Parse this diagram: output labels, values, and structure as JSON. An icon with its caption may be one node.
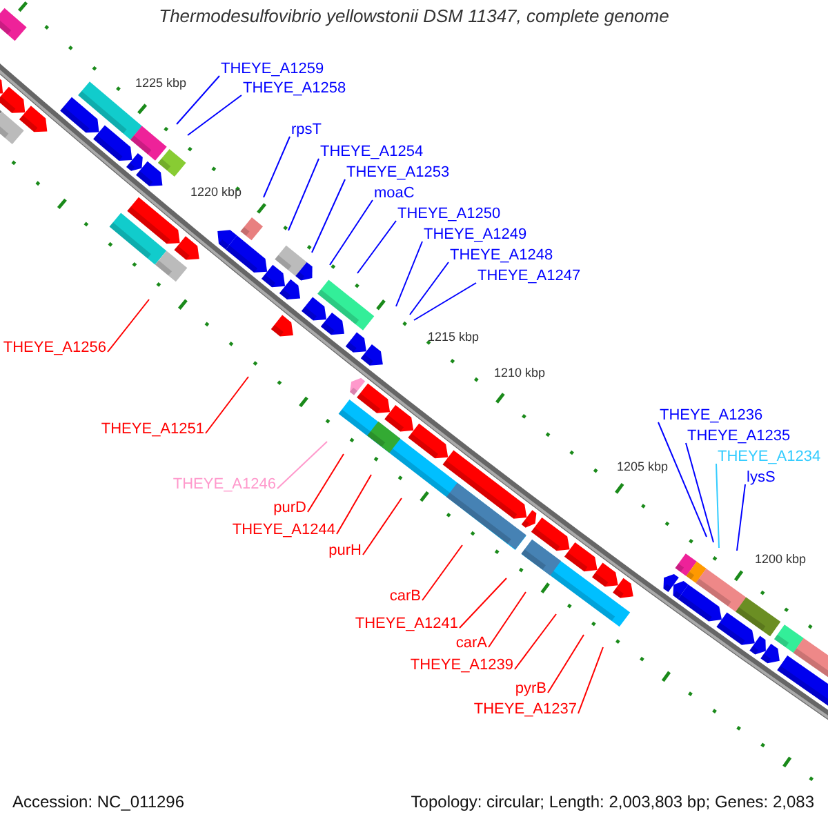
{
  "diagram": {
    "title": "Thermodesulfovibrio yellowstonii DSM 11347, complete genome",
    "nodes": [
      {
        "text": [
          "THEYE_A1259"
        ]
      },
      {
        "text": [
          "THEYE_A1258"
        ]
      },
      {
        "text": [
          "rpsT"
        ]
      },
      {
        "text": [
          "THEYE_A1254"
        ]
      },
      {
        "text": [
          "THEYE_A1253"
        ]
      },
      {
        "text": [
          "moaC"
        ]
      },
      {
        "text": [
          "THEYE_A1250"
        ]
      },
      {
        "text": [
          "THEYE_A1249"
        ]
      },
      {
        "text": [
          "THEYE_A1248"
        ]
      },
      {
        "text": [
          "THEYE_A1247"
        ]
      },
      {
        "text": [
          "THEYE_A1256"
        ]
      },
      {
        "text": [
          "THEYE_A1251"
        ]
      },
      {
        "text": [
          "THEYE_A1236"
        ]
      },
      {
        "text": [
          "THEYE_A1235"
        ]
      },
      {
        "text": [
          "THEYE_A1234"
        ]
      },
      {
        "text": [
          "THEYE_A1246"
        ]
      },
      {
        "text": [
          "lysS"
        ]
      },
      {
        "text": [
          "purD"
        ]
      },
      {
        "text": [
          "THEYE_A1244"
        ]
      },
      {
        "text": [
          "purH"
        ]
      },
      {
        "text": [
          "carB"
        ]
      },
      {
        "text": [
          "THEYE_A1241"
        ]
      },
      {
        "text": [
          "carA"
        ]
      },
      {
        "text": [
          "THEYE_A1239"
        ]
      },
      {
        "text": [
          "pyrB"
        ]
      },
      {
        "text": [
          "THEYE_A1237"
        ]
      }
    ],
    "edges": [
      {
        "from": 0,
        "to": null,
        "arrow": "none",
        "color": "#0000ff"
      },
      {
        "from": 1,
        "to": null,
        "arrow": "none",
        "color": "#0000ff"
      },
      {
        "from": 2,
        "to": null,
        "arrow": "none",
        "color": "#0000ff"
      },
      {
        "from": 3,
        "to": null,
        "arrow": "none",
        "color": "#0000ff"
      },
      {
        "from": 4,
        "to": null,
        "arrow": "none",
        "color": "#0000ff"
      },
      {
        "from": 5,
        "to": null,
        "arrow": "none",
        "color": "#0000ff"
      },
      {
        "from": 6,
        "to": null,
        "arrow": "none",
        "color": "#0000ff"
      },
      {
        "from": 7,
        "to": null,
        "arrow": "none",
        "color": "#0000ff"
      },
      {
        "from": 8,
        "to": null,
        "arrow": "none",
        "color": "#0000ff"
      },
      {
        "from": 9,
        "to": null,
        "arrow": "none",
        "color": "#0000ff"
      },
      {
        "from": 10,
        "to": null,
        "arrow": "none",
        "color": "#ff0000"
      },
      {
        "from": 11,
        "to": null,
        "arrow": "none",
        "color": "#ff0000"
      },
      {
        "from": 12,
        "to": null,
        "arrow": "none",
        "color": "#0000ff"
      },
      {
        "from": 13,
        "to": null,
        "arrow": "none",
        "color": "#0000ff"
      },
      {
        "from": 14,
        "to": null,
        "arrow": "none",
        "color": "#33ccff"
      },
      {
        "from": 15,
        "to": null,
        "arrow": "none",
        "color": "#ff99cc"
      },
      {
        "from": 16,
        "to": null,
        "arrow": "none",
        "color": "#0000ff"
      },
      {
        "from": 17,
        "to": null,
        "arrow": "none",
        "color": "#ff0000"
      },
      {
        "from": 18,
        "to": null,
        "arrow": "none",
        "color": "#ff0000"
      },
      {
        "from": 19,
        "to": null,
        "arrow": "none",
        "color": "#ff0000"
      },
      {
        "from": 20,
        "to": null,
        "arrow": "none",
        "color": "#ff0000"
      },
      {
        "from": 21,
        "to": null,
        "arrow": "none",
        "color": "#ff0000"
      },
      {
        "from": 22,
        "to": null,
        "arrow": "none",
        "color": "#ff0000"
      },
      {
        "from": 23,
        "to": null,
        "arrow": "none",
        "color": "#ff0000"
      },
      {
        "from": 24,
        "to": null,
        "arrow": "none",
        "color": "#ff0000"
      },
      {
        "from": 25,
        "to": null,
        "arrow": "none",
        "color": "#ff0000"
      }
    ],
    "labels": [
      "1225 kbp",
      "1220 kbp",
      "1215 kbp",
      "1210 kbp",
      "1205 kbp",
      "1200 kbp",
      "Accession: NC_011296",
      "Topology: circular; Length: 2,003,803 bp; Genes: 2,083"
    ]
  }
}
